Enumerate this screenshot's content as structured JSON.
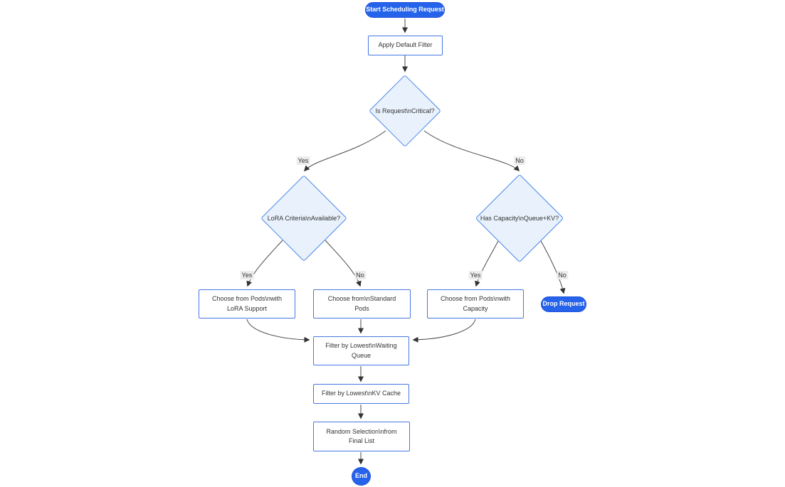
{
  "diagram": {
    "colors": {
      "accent": "#2563eb",
      "accent_border": "#1d4ed8",
      "node_fill": "#ffffff",
      "node_border": "#4478e3",
      "decision_fill": "#e9f2fc",
      "decision_border": "#4a86e8",
      "edge": "#4a4a4a",
      "arrow": "#333333",
      "label_bg": "#ececec",
      "text": "#333333"
    },
    "nodes": {
      "start": {
        "lines": [
          "Start Scheduling Request"
        ]
      },
      "apply_filter": {
        "lines": [
          "Apply Default Filter"
        ]
      },
      "is_critical": {
        "lines": [
          "Is Request\\nCritical?"
        ]
      },
      "lora_available": {
        "lines": [
          "LoRA Criteria\\nAvailable?"
        ]
      },
      "has_capacity": {
        "lines": [
          "Has Capacity\\nQueue+KV?"
        ]
      },
      "choose_lora_pods": {
        "lines": [
          "Choose from Pods\\nwith",
          "LoRA Support"
        ]
      },
      "choose_standard_pods": {
        "lines": [
          "Choose from\\nStandard",
          "Pods"
        ]
      },
      "choose_capacity_pods": {
        "lines": [
          "Choose from Pods\\nwith",
          "Capacity"
        ]
      },
      "drop_request": {
        "lines": [
          "Drop Request"
        ]
      },
      "filter_waiting_queue": {
        "lines": [
          "Filter by Lowest\\nWaiting",
          "Queue"
        ]
      },
      "filter_kv_cache": {
        "lines": [
          "Filter by Lowest\\nKV Cache"
        ]
      },
      "random_selection": {
        "lines": [
          "Random Selection\\nfrom",
          "Final List"
        ]
      },
      "end": {
        "lines": [
          "End"
        ]
      }
    },
    "edge_labels": {
      "crit_yes": "Yes",
      "crit_no": "No",
      "lora_yes": "Yes",
      "lora_no": "No",
      "cap_yes": "Yes",
      "cap_no": "No"
    }
  }
}
